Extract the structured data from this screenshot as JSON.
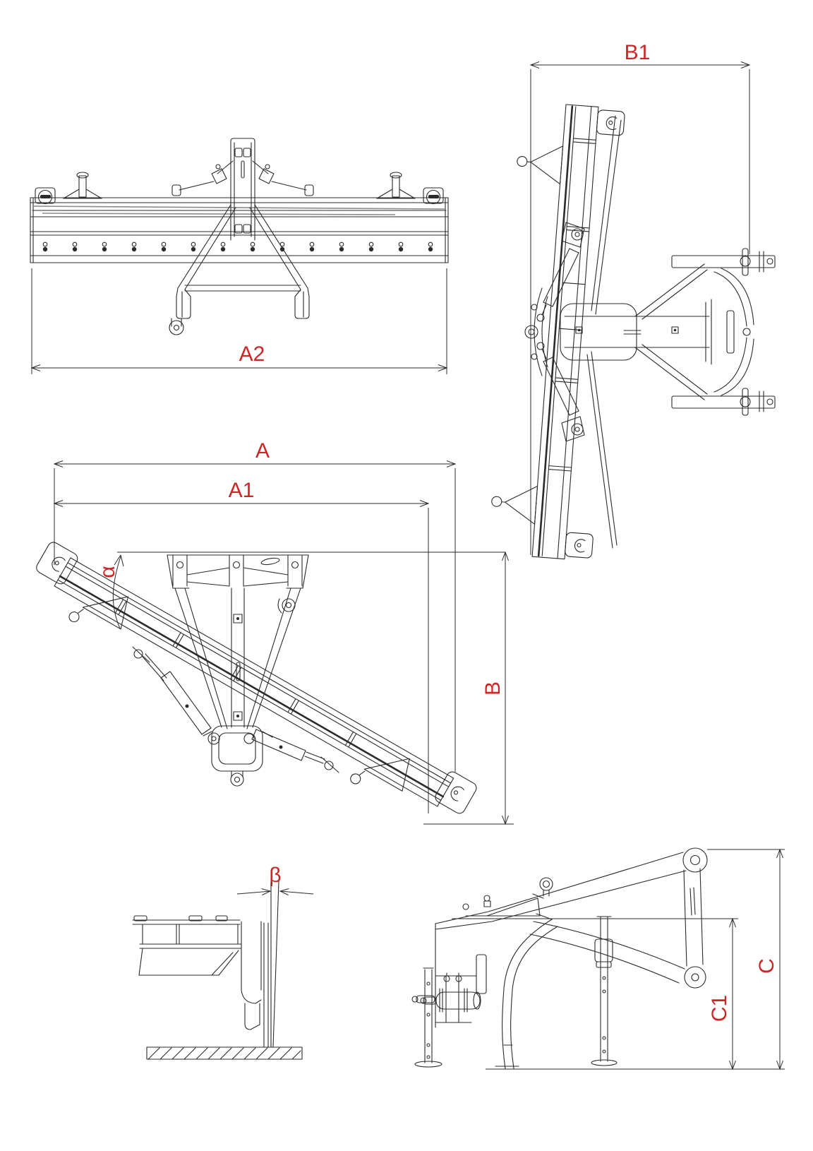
{
  "drawing": {
    "background": "#ffffff",
    "line_color": "#2b2b2b",
    "accent_gray": "#8c8c8c",
    "label_color": "#cc2626",
    "dimensions": {
      "a": "A",
      "a1": "A1",
      "a2": "A2",
      "b": "B",
      "b1": "B1",
      "c": "C",
      "c1": "C1",
      "alpha": "α",
      "beta": "β"
    }
  }
}
